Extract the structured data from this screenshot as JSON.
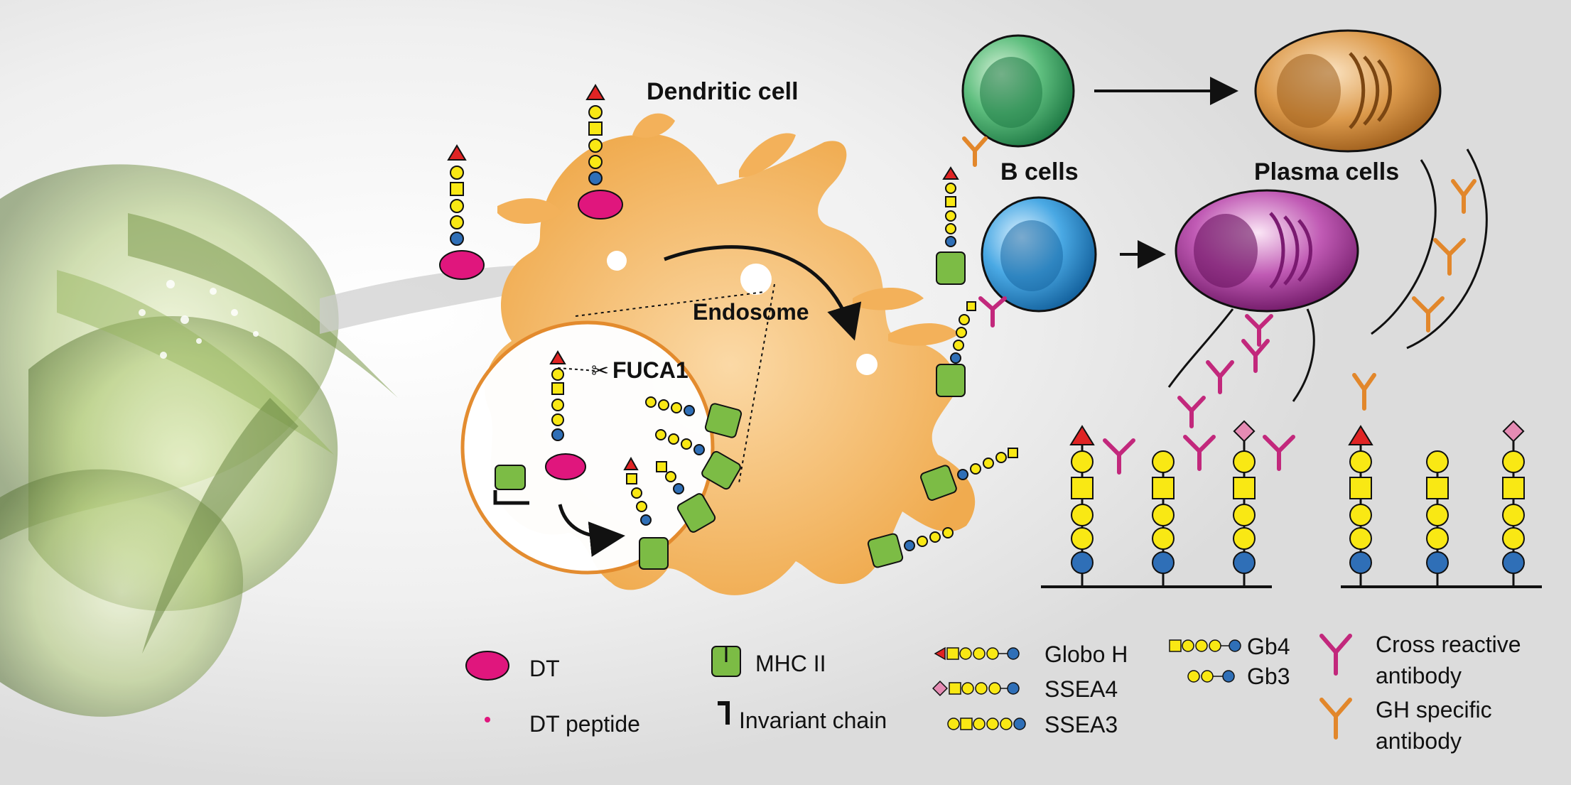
{
  "labels": {
    "dendritic_cell": "Dendritic cell",
    "endosome": "Endosome",
    "fuca1": "FUCA1",
    "b_cells": "B cells",
    "plasma_cells": "Plasma cells"
  },
  "legend": {
    "dt": "DT",
    "dt_peptide": "DT peptide",
    "mhc_ii": "MHC II",
    "invariant_chain": "Invariant chain",
    "globo_h": "Globo H",
    "ssea4": "SSEA4",
    "ssea3": "SSEA3",
    "gb4": "Gb4",
    "gb3": "Gb3",
    "cross_reactive_line1": "Cross reactive",
    "cross_reactive_line2": "antibody",
    "gh_specific_line1": "GH specific",
    "gh_specific_line2": "antibody"
  },
  "colors": {
    "dendritic_cell": "#f3b15a",
    "dt_carrier": "#e0167d",
    "fucose": "#e02424",
    "galactose": "#f9e814",
    "glucose": "#2f6fb7",
    "sialic_acid": "#e58bb3",
    "mhc": "#7cbc45",
    "b_cell_green": "#3fa66a",
    "b_cell_blue": "#3a9ad8",
    "plasma_orange": "#c9812e",
    "plasma_magenta": "#9b2a8d",
    "cross_reactive_antibody": "#c2287c",
    "gh_specific_antibody": "#e2872b",
    "enzyme_circle": "#e38a2c"
  },
  "icons": [
    "scissors-icon",
    "antibody-y-icon",
    "mhc-molecule-icon",
    "glycan-chain-icon",
    "arrow-icon"
  ]
}
